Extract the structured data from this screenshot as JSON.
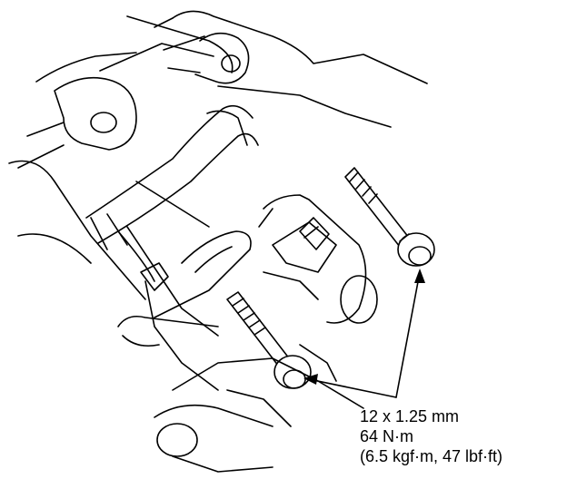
{
  "spec": {
    "size": "12 x 1.25 mm",
    "torque_nm": "64 N·m",
    "torque_alt": "(6.5 kgf·m, 47 lbf·ft)"
  },
  "colors": {
    "line": "#000000",
    "background": "#ffffff"
  },
  "parts": [
    {
      "name": "upper-bolt",
      "icon": "flange-bolt-icon"
    },
    {
      "name": "lower-bolt",
      "icon": "flange-bolt-icon"
    }
  ]
}
